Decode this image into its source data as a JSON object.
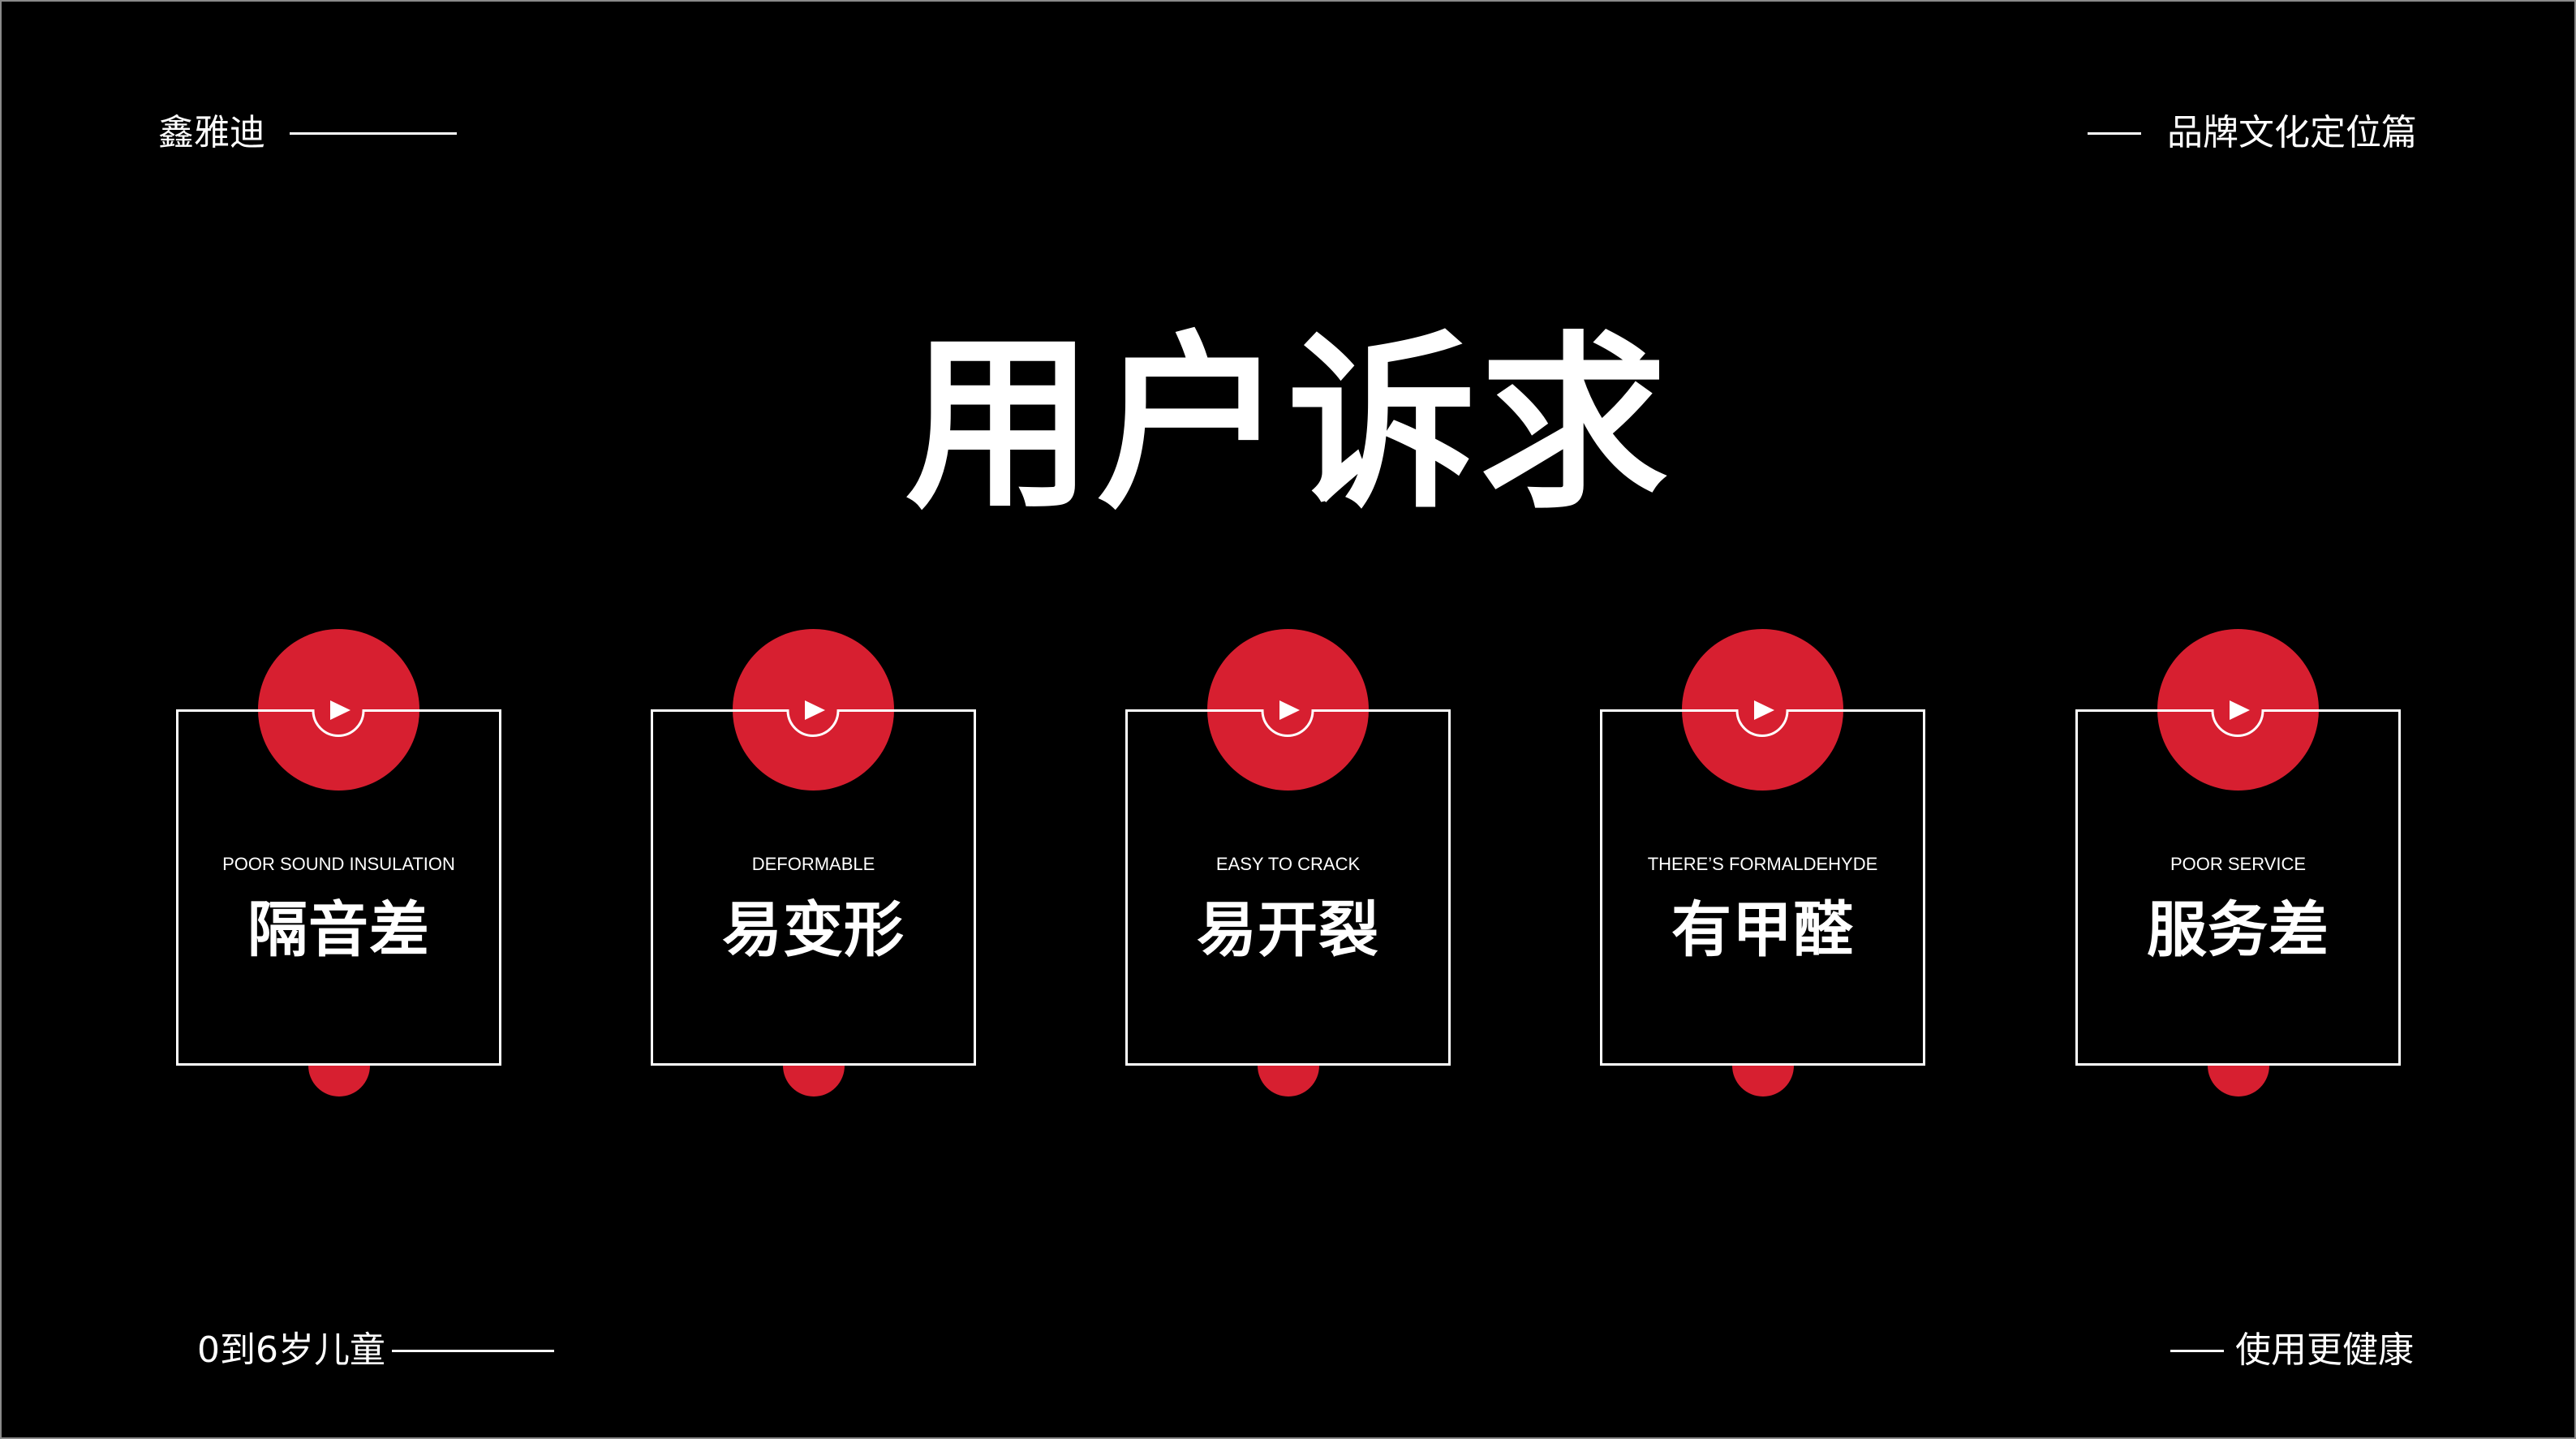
{
  "header": {
    "brand": "鑫雅迪",
    "section": "品牌文化定位篇"
  },
  "footer": {
    "audience": "0到6岁儿童",
    "tagline": "使用更健康"
  },
  "title": "用户诉求",
  "colors": {
    "background": "#000000",
    "accent_red": "#D71F30",
    "text": "#FFFFFF"
  },
  "cards": [
    {
      "english": "POOR SOUND INSULATION",
      "chinese": "隔音差",
      "icon": "play-icon"
    },
    {
      "english": "DEFORMABLE",
      "chinese": "易变形",
      "icon": "play-icon"
    },
    {
      "english": "EASY TO CRACK",
      "chinese": "易开裂",
      "icon": "play-icon"
    },
    {
      "english": "THERE’S FORMALDEHYDE",
      "chinese": "有甲醛",
      "icon": "play-icon"
    },
    {
      "english": "POOR SERVICE",
      "chinese": "服务差",
      "icon": "play-icon"
    }
  ]
}
